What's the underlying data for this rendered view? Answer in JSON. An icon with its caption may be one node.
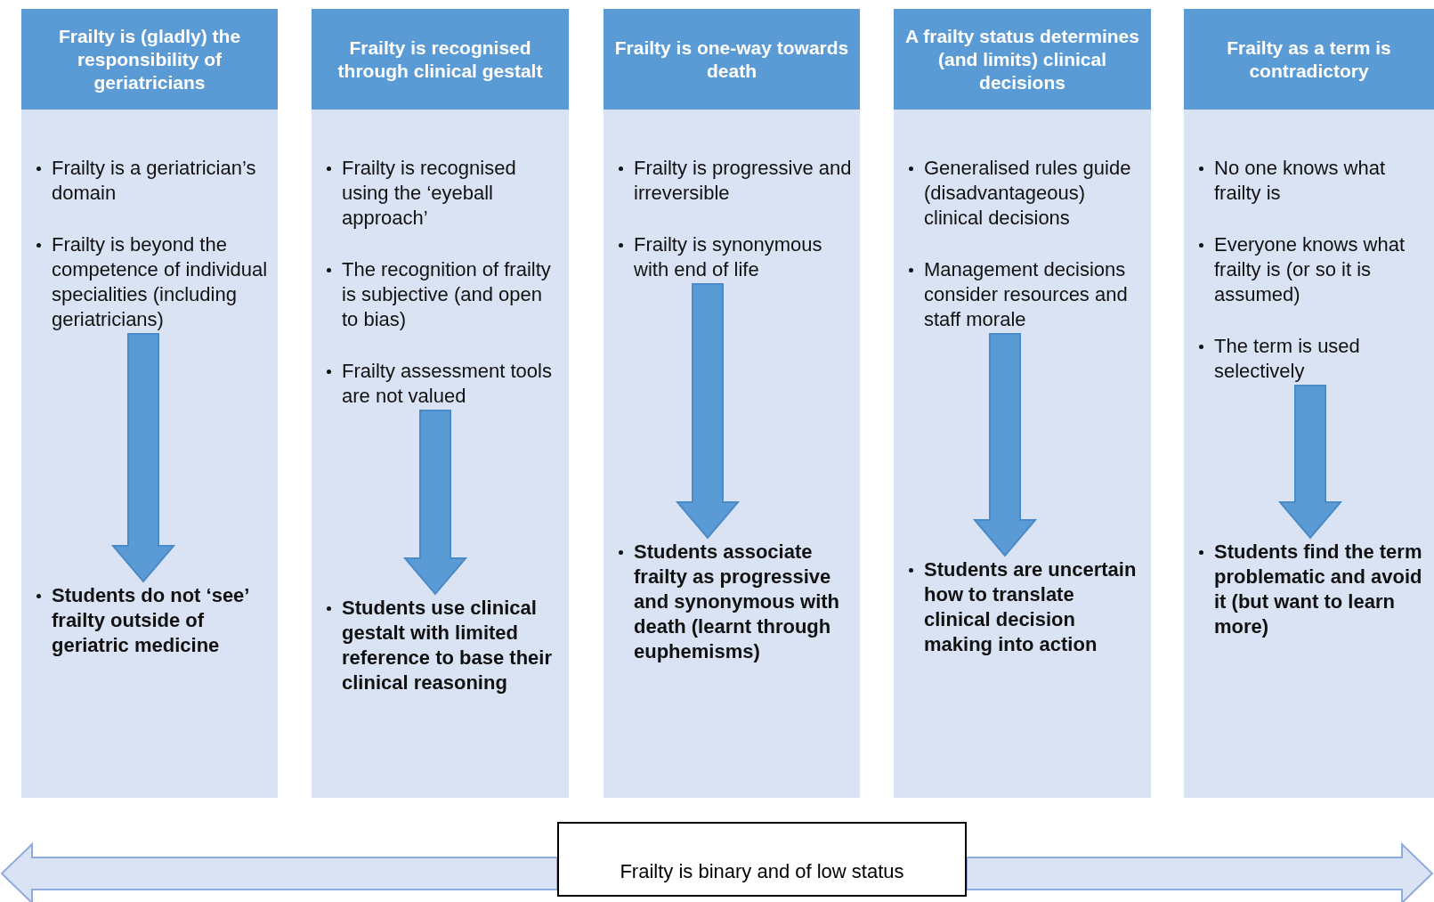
{
  "diagram": {
    "nodes": [
      {
        "text": [
          "Frailty is (gladly) the responsibility of geriatricians"
        ]
      },
      {
        "text": [
          "Frailty is a geriatrician’s domain",
          "Frailty is beyond the competence of individual specialities (including geriatricians)"
        ],
        "in": 0
      },
      {
        "text": [
          "Students do not ‘see’ frailty outside of geriatric medicine"
        ],
        "in": 0
      },
      {
        "text": [
          "Frailty is recognised through clinical gestalt"
        ]
      },
      {
        "text": [
          "Frailty is recognised using the ‘eyeball approach’",
          "The recognition of frailty is subjective (and open to bias)",
          "Frailty assessment tools are not valued"
        ],
        "in": 3
      },
      {
        "text": [
          "Students use clinical gestalt with limited reference to base their clinical reasoning"
        ],
        "in": 3
      },
      {
        "text": [
          "Frailty is one-way towards death"
        ]
      },
      {
        "text": [
          "Frailty is progressive and irreversible",
          "Frailty is synonymous with end of life"
        ],
        "in": 6
      },
      {
        "text": [
          "Students associate frailty as progressive and synonymous with death (learnt through euphemisms)"
        ],
        "in": 6
      },
      {
        "text": [
          "A frailty status determines (and limits) clinical decisions"
        ]
      },
      {
        "text": [
          "Generalised rules guide (disadvantageous) clinical decisions",
          "Management decisions consider resources and staff morale"
        ],
        "in": 9
      },
      {
        "text": [
          "Students are uncertain how to translate clinical decision making into action"
        ],
        "in": 9
      },
      {
        "text": [
          "Frailty as a term is contradictory"
        ]
      },
      {
        "text": [
          "No one knows what frailty is",
          "Everyone knows what frailty is (or so it is assumed)",
          "The term is used selectively"
        ],
        "in": 12
      },
      {
        "text": [
          "Students find the term problematic and avoid it (but want to learn more)"
        ],
        "in": 12
      },
      {
        "text": [
          "Frailty is binary and of low status"
        ]
      }
    ],
    "edges": [
      {
        "from": 1,
        "to": 2,
        "arrow": "to"
      },
      {
        "from": 4,
        "to": 5,
        "arrow": "to"
      },
      {
        "from": 7,
        "to": 8,
        "arrow": "to"
      },
      {
        "from": 10,
        "to": 11,
        "arrow": "to"
      },
      {
        "from": 13,
        "to": 14,
        "arrow": "to"
      },
      {
        "from": 15,
        "to": null,
        "arrow": "to",
        "color": "#8faadc"
      },
      {
        "from": 15,
        "to": null,
        "arrow": "to",
        "color": "#8faadc"
      }
    ]
  }
}
